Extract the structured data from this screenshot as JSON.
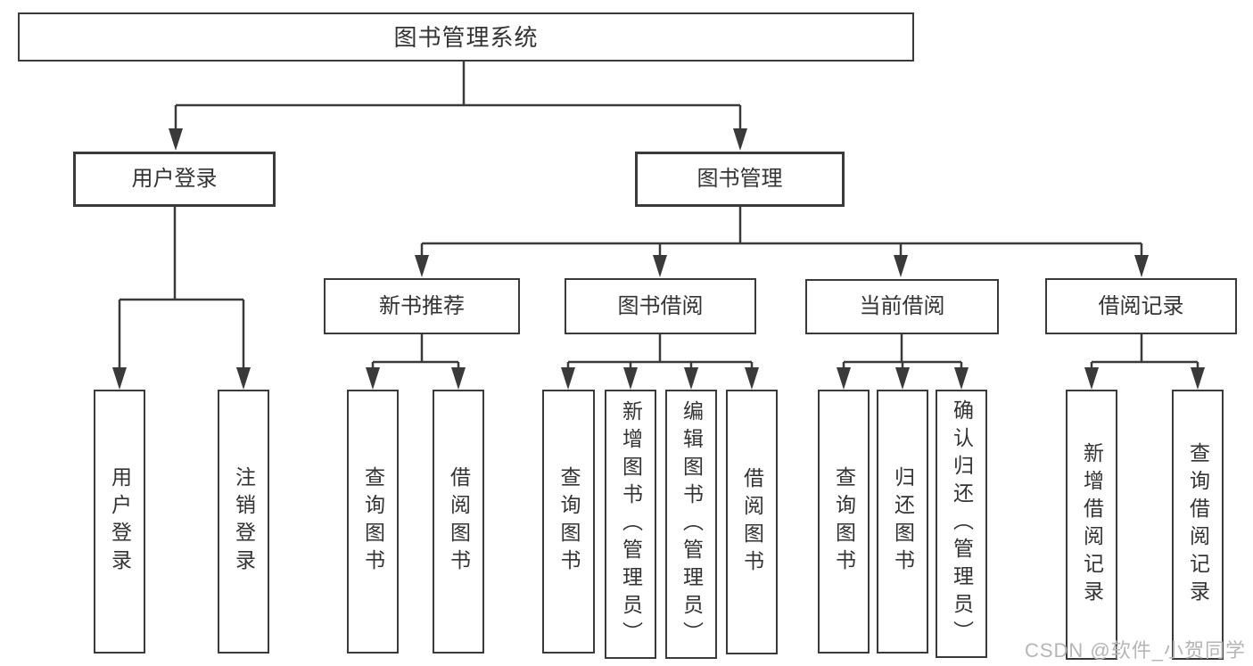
{
  "diagram": {
    "root_label": "图书管理系统",
    "level1": [
      "用户登录",
      "图书管理"
    ],
    "level2": [
      "新书推荐",
      "图书借阅",
      "当前借阅",
      "借阅记录"
    ],
    "level3": {
      "user_login_children": [
        "用户登录",
        "注销登录"
      ],
      "new_book_children": [
        "查询图书",
        "借阅图书"
      ],
      "borrow_children": [
        "查询图书",
        "新增图书（管理员）",
        "编辑图书（管理员）",
        "借阅图书"
      ],
      "current_children": [
        "查询图书",
        "归还图书",
        "确认归还（管理员）"
      ],
      "record_children": [
        "新增借阅记录",
        "查询借阅记录"
      ]
    }
  },
  "watermark": {
    "text": "CSDN @软件_小贺同学"
  },
  "colors": {
    "line": "#3a3a3a",
    "text": "#333333",
    "box_background": "#ffffff",
    "watermark": "#b5b5b5",
    "background": "#ffffff"
  }
}
